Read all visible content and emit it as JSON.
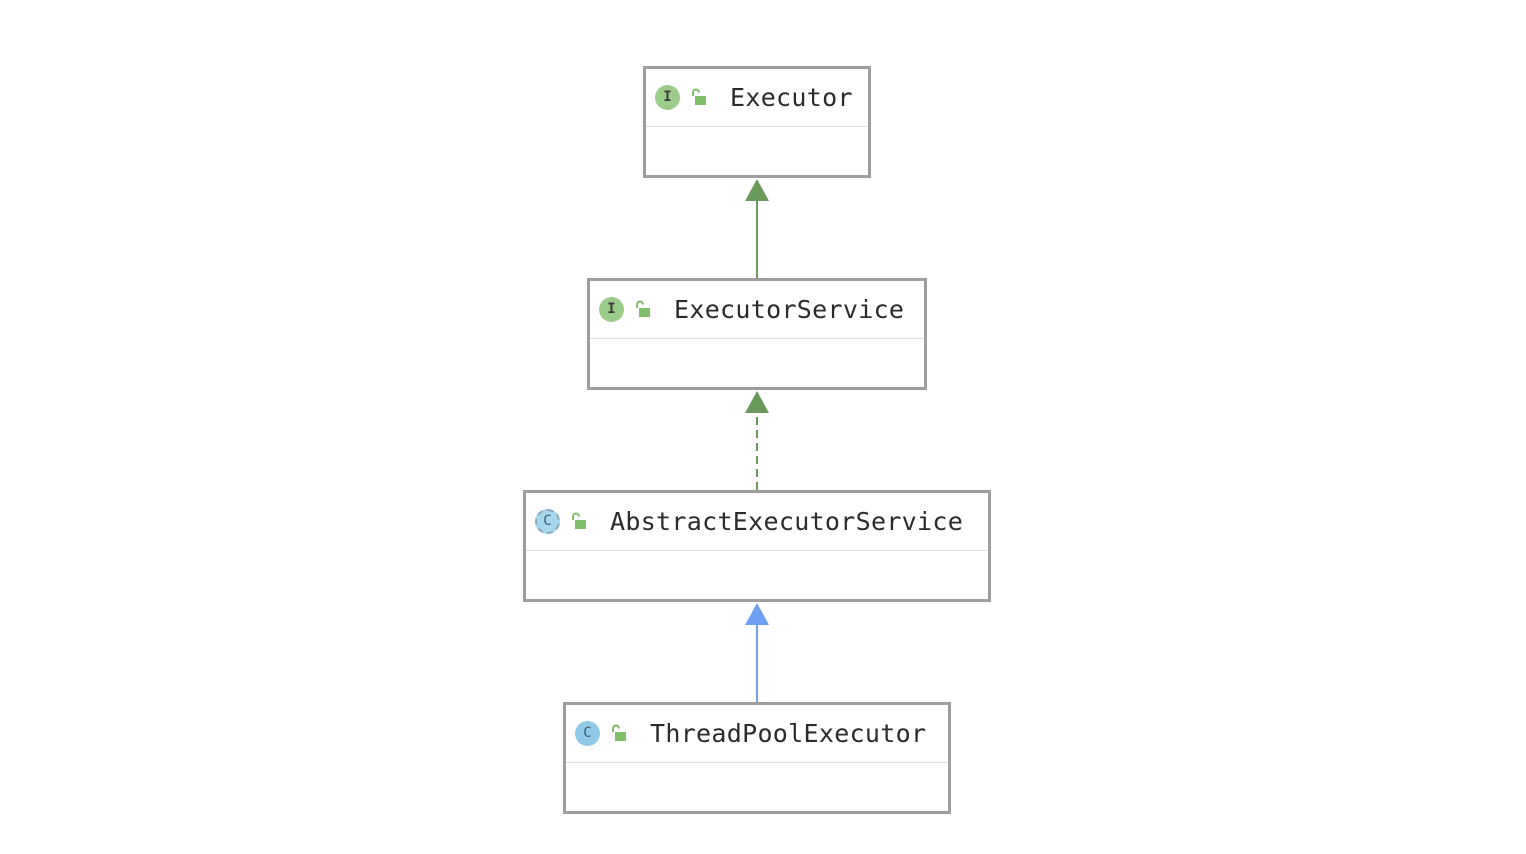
{
  "nodes": {
    "executor": {
      "name": "Executor",
      "kind_label": "I",
      "kind": "interface",
      "icon_color": "#9bcc8a"
    },
    "executor_service": {
      "name": "ExecutorService",
      "kind_label": "I",
      "kind": "interface",
      "icon_color": "#9bcc8a"
    },
    "abstract_executor_service": {
      "name": "AbstractExecutorService",
      "kind_label": "C",
      "kind": "abstract-class",
      "icon_color": "#a7d8ef"
    },
    "thread_pool_executor": {
      "name": "ThreadPoolExecutor",
      "kind_label": "C",
      "kind": "class",
      "icon_color": "#8fc9e6"
    }
  },
  "edges": [
    {
      "from": "ExecutorService",
      "to": "Executor",
      "style": "solid",
      "color": "#6a9a5b"
    },
    {
      "from": "AbstractExecutorService",
      "to": "ExecutorService",
      "style": "dashed",
      "color": "#6a9a5b"
    },
    {
      "from": "ThreadPoolExecutor",
      "to": "AbstractExecutorService",
      "style": "solid",
      "color": "#6f9ff0"
    }
  ],
  "colors": {
    "border": "#9e9e9e",
    "lock": "#7fbf6a",
    "interface_edge": "#6a9a5b",
    "class_edge": "#6f9ff0"
  }
}
